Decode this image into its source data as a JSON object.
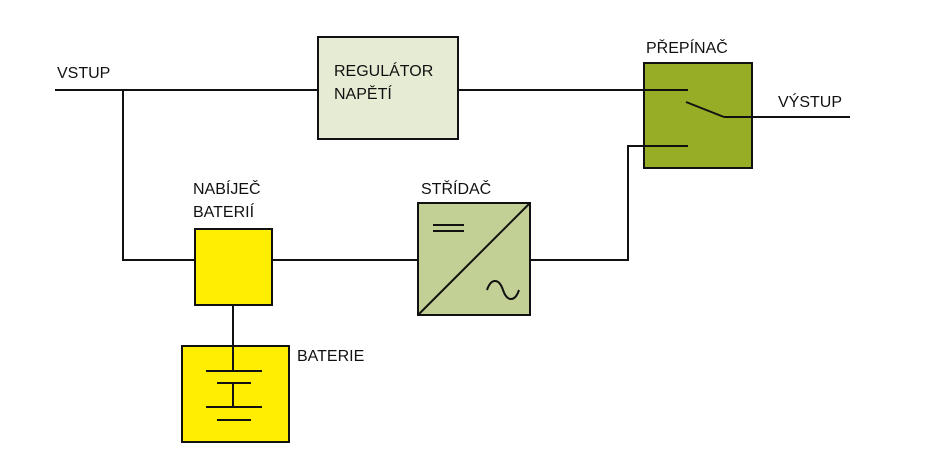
{
  "labels": {
    "input": "VSTUP",
    "output": "VÝSTUP",
    "regulator_line1": "REGULÁTOR",
    "regulator_line2": "NAPĚTÍ",
    "switch": "PŘEPÍNAČ",
    "charger_line1": "NABÍJEČ",
    "charger_line2": "BATERIÍ",
    "inverter": "STŘÍDAČ",
    "battery": "BATERIE"
  },
  "colors": {
    "regulator_fill": "#e6ebd3",
    "switch_fill": "#97ad26",
    "charger_fill": "#ffee00",
    "battery_fill": "#ffee00",
    "inverter_fill": "#c2d095",
    "line": "#111111"
  },
  "icons": {
    "switch_symbol": "spdt-switch-icon",
    "inverter_symbol": "dc-ac-inverter-icon",
    "battery_symbol": "battery-cells-icon"
  }
}
